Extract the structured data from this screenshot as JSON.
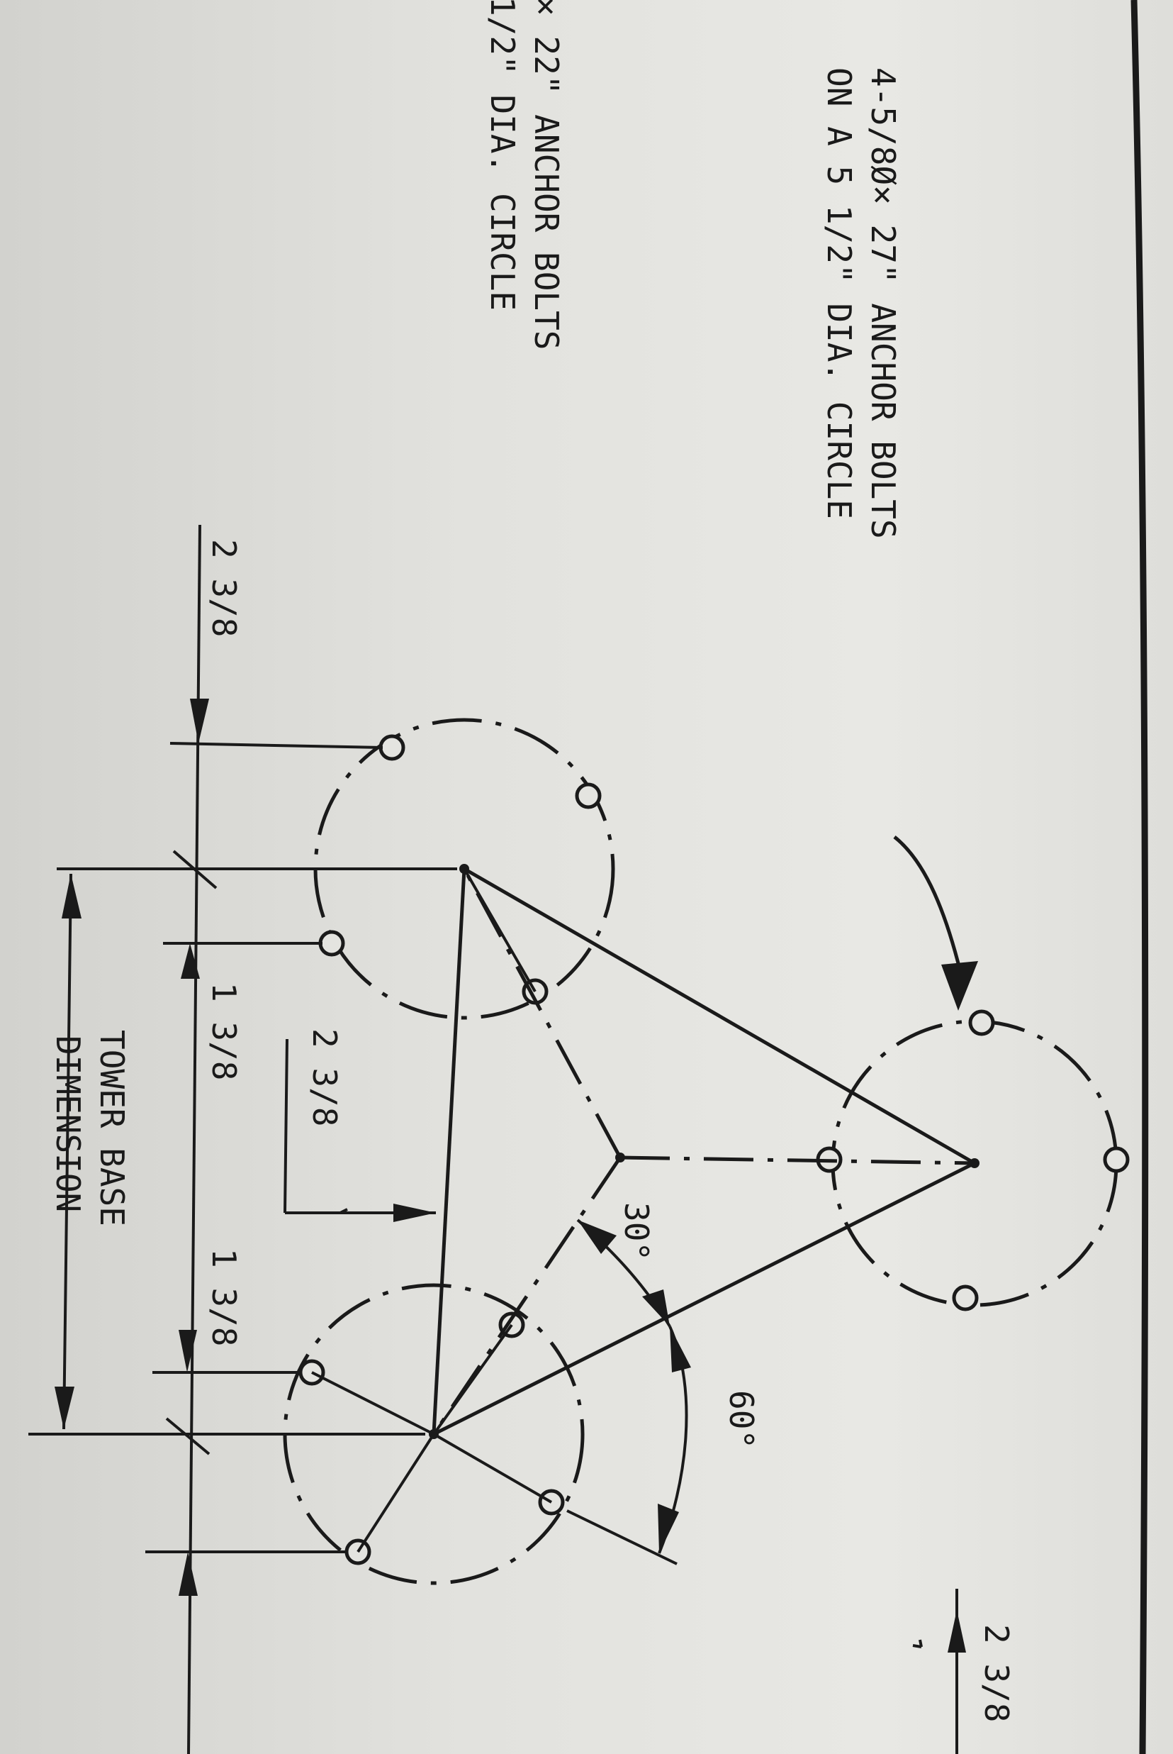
{
  "notes": {
    "large_bolts": {
      "line1": "4-5/8Ø× 27\" ANCHOR BOLTS",
      "line2": "ON A 5 1/2\" DIA. CIRCLE"
    },
    "small_bolts": {
      "line1": "× 22\" ANCHOR BOLTS",
      "line2": "1/2\" DIA. CIRCLE"
    }
  },
  "dimensions": {
    "offset_left": "2 3/8",
    "offset_mid": "1 3/8",
    "offset_center": "2 3/8",
    "offset_right": "1 3/8",
    "offset_far": "2 3/8",
    "tower_base_line1": "TOWER BASE",
    "tower_base_line2": "DIMENSION"
  },
  "angles": {
    "small": "30°",
    "large": "60°"
  }
}
